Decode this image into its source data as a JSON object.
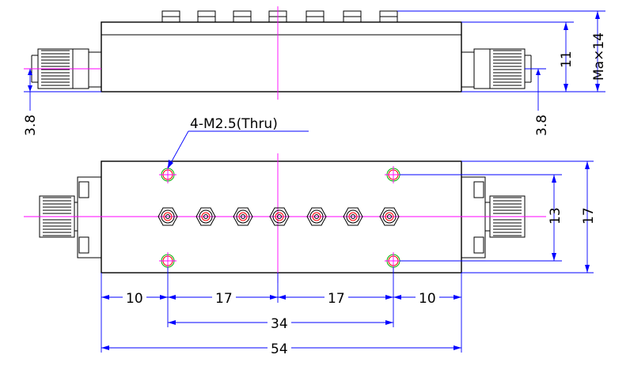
{
  "labels": {
    "dim_left_height": "3.8",
    "dim_right_height": "3.8",
    "dim_body_height": "11",
    "dim_max_height": "Ma×14",
    "hole_note": "4-M2.5(Thru)",
    "dim_hole_vertical": "13",
    "dim_width_vertical": "17",
    "dim_seg_left": "10",
    "dim_seg_mid_left": "17",
    "dim_seg_mid_right": "17",
    "dim_seg_right": "10",
    "dim_hole_span": "34",
    "dim_overall": "54"
  },
  "colors": {
    "outline": "#000000",
    "dimension": "#0000ff",
    "centerline": "#ff00ff",
    "hole_outer": "#00b000",
    "hole_inner": "#ff0000"
  }
}
